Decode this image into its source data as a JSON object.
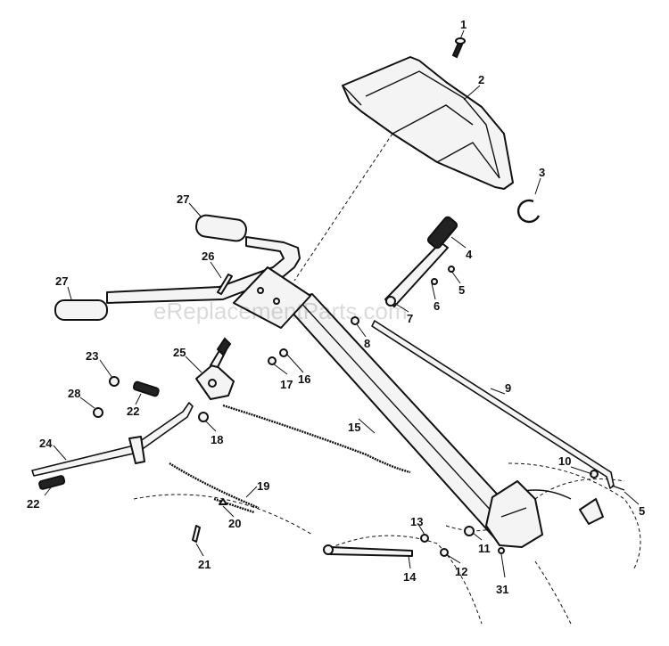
{
  "watermark": "eReplacementParts.com",
  "callouts": [
    "1",
    "2",
    "3",
    "4",
    "5",
    "5",
    "6",
    "7",
    "8",
    "9",
    "10",
    "11",
    "12",
    "13",
    "14",
    "15",
    "16",
    "17",
    "18",
    "19",
    "20",
    "21",
    "22",
    "22",
    "23",
    "24",
    "25",
    "26",
    "27",
    "27",
    "28",
    "31"
  ]
}
